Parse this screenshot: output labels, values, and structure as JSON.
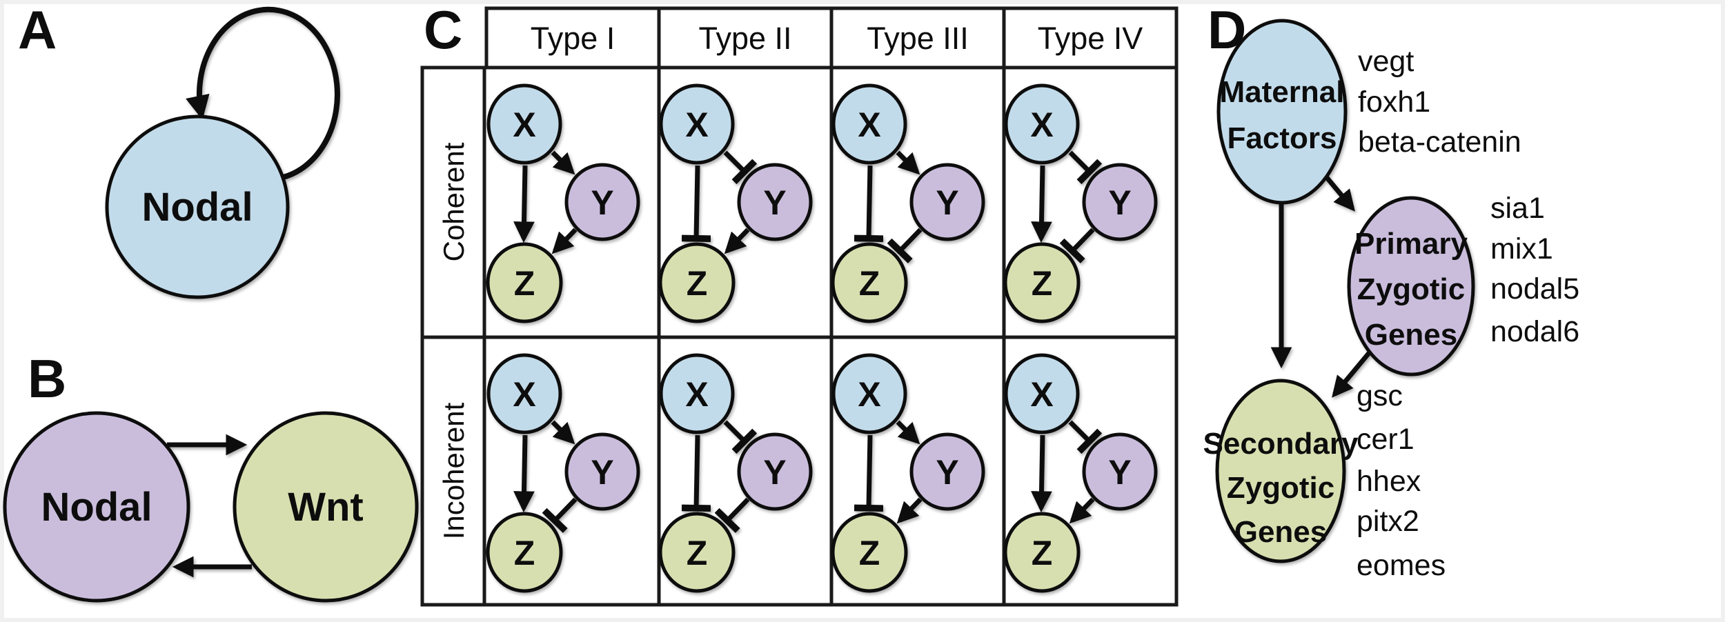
{
  "colors": {
    "blue": "#c2dbea",
    "purple": "#cabddc",
    "green": "#d7dfb0",
    "line": "#0d0d0d",
    "table_border": "#1a1a1a",
    "background": "#ffffff",
    "edge_trim": "#f0f0f0"
  },
  "figure": {
    "panel_a": {
      "letter": "A",
      "node": {
        "label": "Nodal",
        "color": "blue"
      },
      "self_loop": "activation"
    },
    "panel_b": {
      "letter": "B",
      "nodes": [
        {
          "label": "Nodal",
          "color": "purple"
        },
        {
          "label": "Wnt",
          "color": "green"
        }
      ],
      "edges": [
        {
          "from": "Nodal",
          "to": "Wnt",
          "type": "activation"
        },
        {
          "from": "Wnt",
          "to": "Nodal",
          "type": "activation"
        }
      ]
    },
    "panel_c": {
      "letter": "C",
      "columns": [
        "Type I",
        "Type II",
        "Type III",
        "Type IV"
      ],
      "rows": [
        "Coherent",
        "Incoherent"
      ],
      "node_labels": {
        "x": "X",
        "y": "Y",
        "z": "Z"
      },
      "motifs": [
        {
          "row": "Coherent",
          "type": "Type I",
          "xy": "arrow",
          "xz": "arrow",
          "yz": "arrow"
        },
        {
          "row": "Coherent",
          "type": "Type II",
          "xy": "tee",
          "xz": "tee",
          "yz": "arrow"
        },
        {
          "row": "Coherent",
          "type": "Type III",
          "xy": "arrow",
          "xz": "tee",
          "yz": "tee"
        },
        {
          "row": "Coherent",
          "type": "Type IV",
          "xy": "tee",
          "xz": "arrow",
          "yz": "tee"
        },
        {
          "row": "Incoherent",
          "type": "Type I",
          "xy": "arrow",
          "xz": "arrow",
          "yz": "tee"
        },
        {
          "row": "Incoherent",
          "type": "Type II",
          "xy": "tee",
          "xz": "tee",
          "yz": "tee"
        },
        {
          "row": "Incoherent",
          "type": "Type III",
          "xy": "arrow",
          "xz": "tee",
          "yz": "arrow"
        },
        {
          "row": "Incoherent",
          "type": "Type IV",
          "xy": "tee",
          "xz": "arrow",
          "yz": "arrow"
        }
      ]
    },
    "panel_d": {
      "letter": "D",
      "nodes": [
        {
          "line1": "Maternal",
          "line2": "Factors",
          "line3": "",
          "color": "blue",
          "genes": [
            "vegt",
            "foxh1",
            "beta-catenin"
          ]
        },
        {
          "line1": "Primary",
          "line2": "Zygotic",
          "line3": "Genes",
          "color": "purple",
          "genes": [
            "sia1",
            "mix1",
            "nodal5",
            "nodal6"
          ]
        },
        {
          "line1": "Secondary",
          "line2": "Zygotic",
          "line3": "Genes",
          "color": "green",
          "genes": [
            "gsc",
            "cer1",
            "hhex",
            "pitx2",
            "eomes"
          ]
        }
      ],
      "edges": [
        {
          "from": "Maternal Factors",
          "to": "Primary Zygotic Genes",
          "type": "activation"
        },
        {
          "from": "Maternal Factors",
          "to": "Secondary Zygotic Genes",
          "type": "activation"
        },
        {
          "from": "Primary Zygotic Genes",
          "to": "Secondary Zygotic Genes",
          "type": "activation"
        }
      ]
    }
  }
}
